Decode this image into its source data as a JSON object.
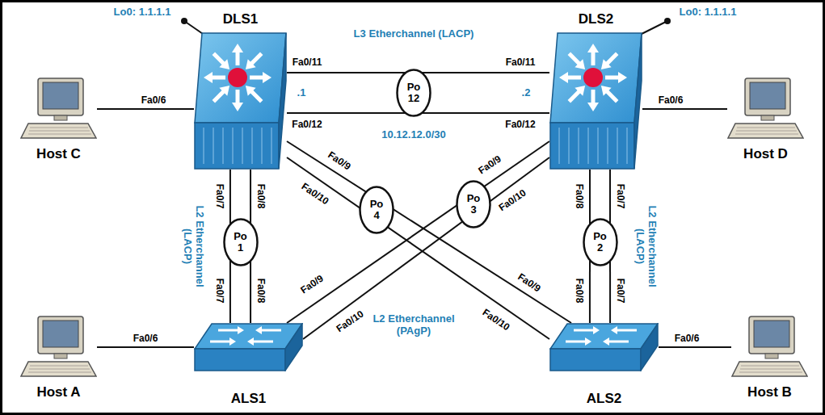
{
  "diagram": {
    "nodes": [
      {
        "text": [
          "Host C"
        ]
      },
      {
        "text": [
          "DLS1"
        ]
      },
      {
        "text": [
          "DLS2"
        ]
      },
      {
        "text": [
          "Host D"
        ]
      },
      {
        "text": [
          "Po 12"
        ]
      },
      {
        "text": [
          "Po 4"
        ]
      },
      {
        "text": [
          "Po 3"
        ]
      },
      {
        "text": [
          "Po 1"
        ]
      },
      {
        "text": [
          "Po 2"
        ]
      },
      {
        "text": [
          "Host A"
        ]
      },
      {
        "text": [
          "ALS1"
        ]
      },
      {
        "text": [
          "ALS2"
        ]
      },
      {
        "text": [
          "Host B"
        ]
      }
    ],
    "edges": [
      {
        "from": 0,
        "to": 1,
        "arrow": "none"
      },
      {
        "from": 2,
        "to": 3,
        "arrow": "none"
      },
      {
        "from": 1,
        "to": 2,
        "arrow": "none"
      },
      {
        "from": 1,
        "to": 2,
        "arrow": "none"
      },
      {
        "from": 1,
        "to": 11,
        "arrow": "none"
      },
      {
        "from": 1,
        "to": 11,
        "arrow": "none"
      },
      {
        "from": 2,
        "to": 10,
        "arrow": "none"
      },
      {
        "from": 2,
        "to": 10,
        "arrow": "none"
      },
      {
        "from": 1,
        "to": 10,
        "arrow": "none"
      },
      {
        "from": 1,
        "to": 10,
        "arrow": "none"
      },
      {
        "from": 2,
        "to": 11,
        "arrow": "none"
      },
      {
        "from": 2,
        "to": 11,
        "arrow": "none"
      },
      {
        "from": 9,
        "to": 10,
        "arrow": "none"
      },
      {
        "from": 11,
        "to": 12,
        "arrow": "none"
      }
    ],
    "labels": [
      "Lo0: 1.1.1.1",
      "Lo0: 1.1.1.1",
      "L3 Etherchannel (LACP)",
      "Fa0/11",
      ".1",
      "Fa0/12",
      "Fa0/11",
      ".2",
      "Fa0/12",
      "10.12.12.0/30",
      "Fa0/6",
      "Fa0/6",
      "Fa0/9",
      "Fa0/10",
      "Fa0/9",
      "Fa0/10",
      "Fa0/7",
      "Fa0/8",
      "Fa0/8",
      "Fa0/7",
      "L2 Etherchannel (LACP)",
      "L2 Etherchannel (LACP)",
      "Fa0/7",
      "Fa0/8",
      "Fa0/9",
      "Fa0/10",
      "Fa0/9",
      "Fa0/10",
      "Fa0/8",
      "Fa0/7",
      "L2 Etherchannel (PAgP)",
      "Fa0/6",
      "Fa0/6"
    ]
  }
}
